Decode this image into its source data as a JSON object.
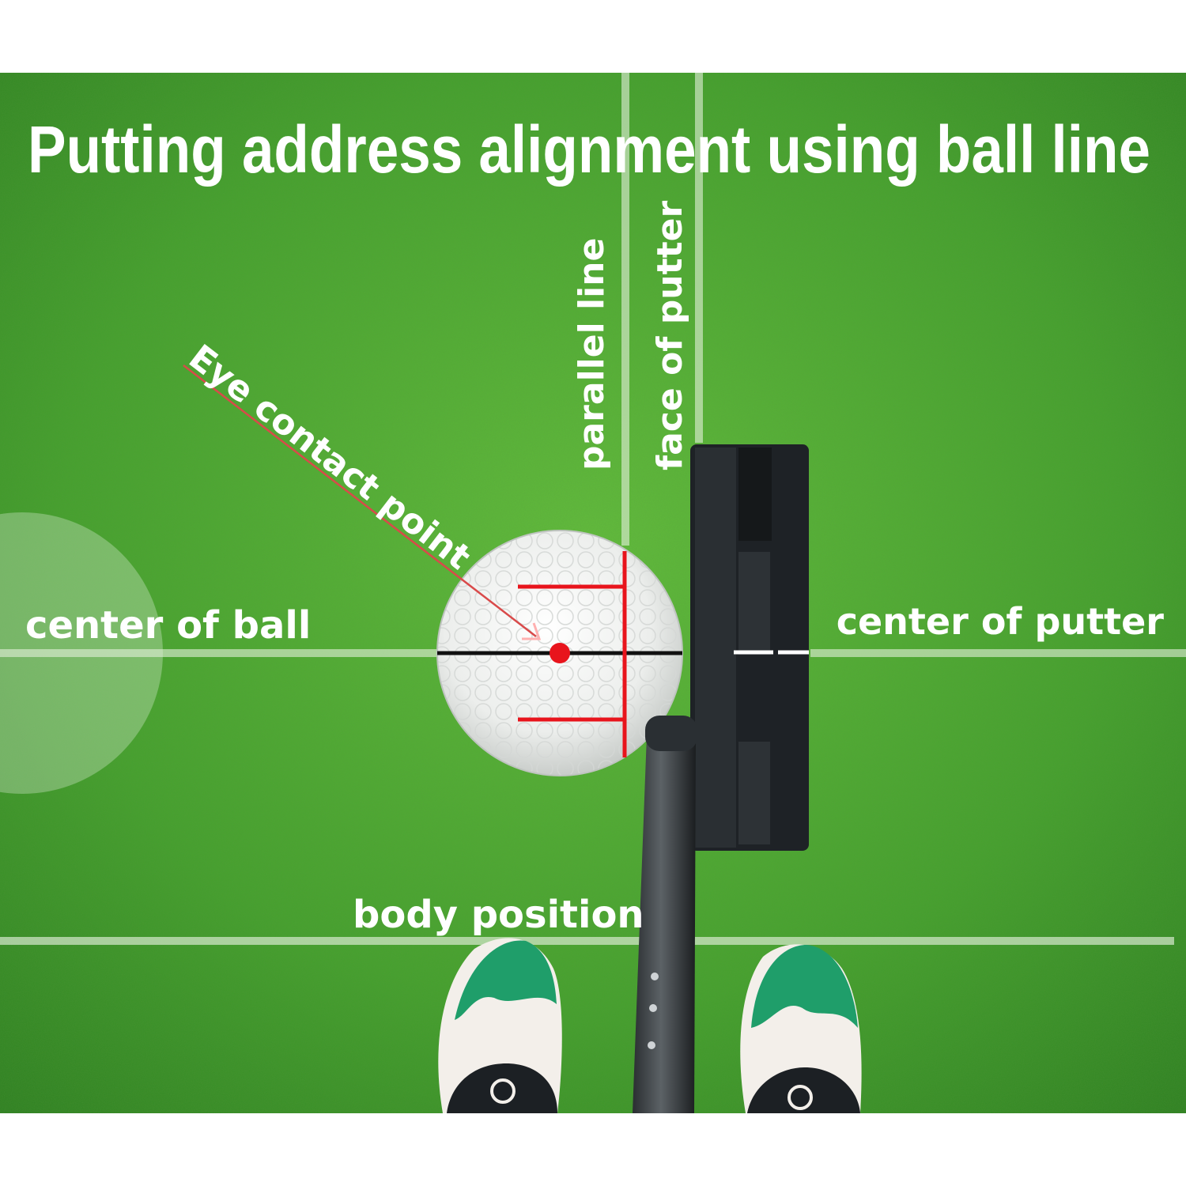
{
  "title": "Putting address alignment using ball line",
  "labels": {
    "eye_contact": "Eye contact point",
    "parallel_line": "parallel line",
    "face_of_putter": "face of putter",
    "center_of_ball": "center of ball",
    "center_of_putter": "center of putter",
    "body_position": "body position"
  },
  "colors": {
    "grass_light": "#5fb83a",
    "grass_dark": "#2f8a22",
    "guide_line": "#d9ead0",
    "marker_red": "#e8141c",
    "putter": "#1e2226",
    "shoe_green": "#1f9e6a",
    "shoe_white": "#f3efea",
    "text": "#ffffff"
  }
}
